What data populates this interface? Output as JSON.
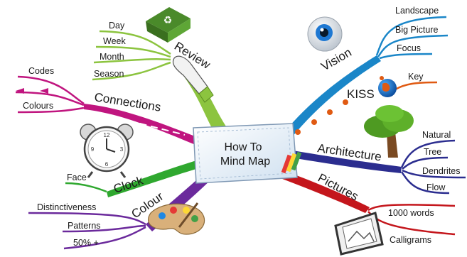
{
  "center": {
    "line1": "How To",
    "line2": "Mind Map"
  },
  "branches": {
    "review": {
      "label": "Review",
      "color": "#8cc43f",
      "leaves": [
        "Day",
        "Week",
        "Month",
        "Season"
      ]
    },
    "connections": {
      "label": "Connections",
      "color": "#c0157f",
      "leaves": [
        "Codes",
        "Colours"
      ]
    },
    "clock": {
      "label": "Clock",
      "color": "#2fa82f",
      "leaves": [
        "Face"
      ]
    },
    "colour": {
      "label": "Colour",
      "color": "#6b2a9c",
      "leaves": [
        "Distinctiveness",
        "Patterns",
        "50% +"
      ]
    },
    "vision": {
      "label": "Vision",
      "color": "#1a86c8",
      "leaves": [
        "Landscape",
        "Big Picture",
        "Focus"
      ]
    },
    "kiss": {
      "label": "KISS",
      "color": "#e05a12",
      "leaves": [
        "Key"
      ]
    },
    "architecture": {
      "label": "Architecture",
      "color": "#2b2d8f",
      "leaves": [
        "Natural",
        "Tree",
        "Dendrites",
        "Flow"
      ]
    },
    "pictures": {
      "label": "Pictures",
      "color": "#c4161c",
      "leaves": [
        "1000 words",
        "Calligrams"
      ]
    }
  },
  "icons": [
    "recycle-icon",
    "pointing-hand-icon",
    "alarm-clock-icon",
    "paint-palette-icon",
    "eye-icon",
    "globe-icon",
    "tree-icon",
    "picture-frame-icon",
    "pencil-icon"
  ]
}
